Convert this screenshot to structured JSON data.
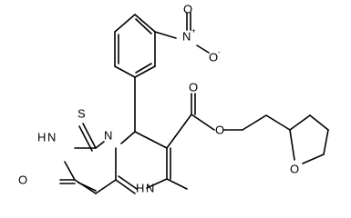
{
  "molecule": {
    "line_color": "#000000",
    "background": "#ffffff",
    "atom_labels": {
      "thione_s": "S",
      "n_amide": "N",
      "nh_amide": "H",
      "n_bridge": "N",
      "carbonyl_o_ring": "O",
      "nh_enamine_h": "H",
      "nh_enamine_n": "N",
      "nitro_n": "N",
      "nitro_n_charge": "+",
      "nitro_o_top": "O",
      "nitro_o_right": "O",
      "nitro_o_right_charge": "-",
      "ester_carbonyl_o": "O",
      "ester_o": "O",
      "thf_o": "O"
    }
  }
}
